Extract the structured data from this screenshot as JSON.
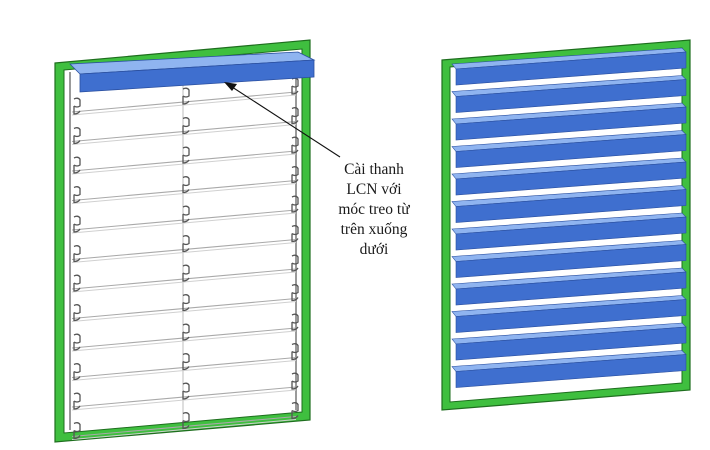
{
  "annotation": {
    "lines": [
      "Cài thanh",
      "LCN với",
      "móc treo từ",
      "trên xuống",
      "dưới"
    ]
  },
  "colors": {
    "frame_green": "#3fbf3f",
    "frame_dark": "#1e6e1e",
    "louver_blue": "#3f6fcf",
    "louver_light": "#8fb4f0",
    "rail_gray": "#c8c8c8",
    "background": "#ffffff"
  },
  "icons": {
    "hook": "hanger-hook-icon",
    "arrow": "leader-arrow"
  }
}
